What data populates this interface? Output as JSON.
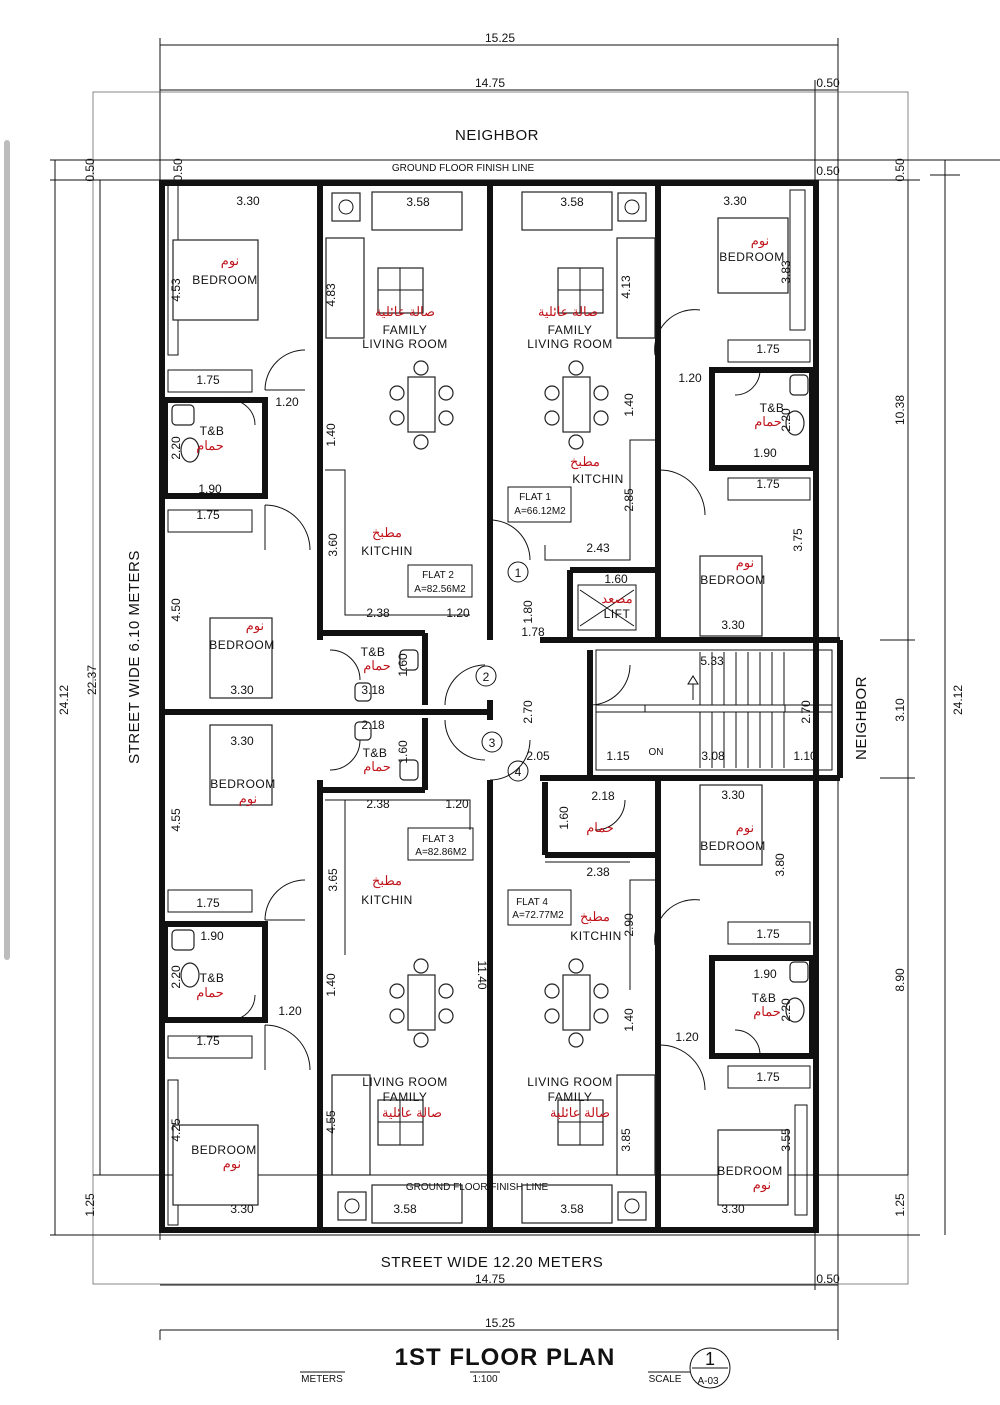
{
  "drawing": {
    "title": "1ST  FLOOR PLAN",
    "units_label": "METERS",
    "scale_ratio": "1:100",
    "scale_label": "SCALE",
    "sheet_number": "1",
    "sheet_ref": "A-03"
  },
  "site": {
    "neighbor_top": "NEIGHBOR",
    "neighbor_right": "NEIGHBOR",
    "street_left": "STREET WIDE 6.10 METERS",
    "street_bottom": "STREET WIDE 12.20 METERS",
    "ground_line_top": "GROUND FLOOR FINISH LINE",
    "ground_line_bottom": "GROUND FLOOR FINISH LINE"
  },
  "overall_dims": {
    "top_outer": "15.25",
    "top_inner": "14.75",
    "top_right_offset": "0.50",
    "top_right_offset2": "0.50",
    "bottom_inner": "14.75",
    "bottom_outer": "15.25",
    "bottom_right_offset": "0.50",
    "left_outer": "24.12",
    "left_inner": "22.37",
    "left_top": "0.50",
    "left_top2": "0.50",
    "left_bottom": "1.25",
    "right_outer": "24.12",
    "right_top": "0.50",
    "right_upper": "10.38",
    "right_mid": "3.10",
    "right_lower": "8.90",
    "right_bottom": "1.25"
  },
  "flats": [
    {
      "name": "FLAT 1",
      "area": "A=66.12M2"
    },
    {
      "name": "FLAT 2",
      "area": "A=82.56M2"
    },
    {
      "name": "FLAT 3",
      "area": "A=82.86M2"
    },
    {
      "name": "FLAT 4",
      "area": "A=72.77M2"
    }
  ],
  "door_markers": [
    "1",
    "2",
    "3",
    "4"
  ],
  "rooms": {
    "bedroom_en": "BEDROOM",
    "bedroom_ar": "نوم",
    "tb_en": "T&B",
    "tb_ar": "حمام",
    "kitchen_en": "KITCHIN",
    "kitchen_ar": "مطبخ",
    "family_line1": "FAMILY",
    "family_line2": "LIVING ROOM",
    "living_line1": "LIVING ROOM",
    "living_line2": "FAMILY",
    "family_ar": "صالة عائلية",
    "lift_en": "LIFT",
    "lift_ar": "مصعد",
    "stair_on": "ON"
  },
  "room_dims": {
    "nw_bed_w": "3.30",
    "nw_bed_h": "4.53",
    "nw_wardrobe": "1.75",
    "nw_door": "1.20",
    "nw_tb_h": "2.20",
    "nw_tb_w": "1.90",
    "w_ward2": "1.75",
    "w_bed2_h": "4.50",
    "w_bed2_w": "3.30",
    "fl2_sofa": "3.58",
    "fl2_living_h": "4.83",
    "fl2_din_h": "1.40",
    "fl2_kit_h": "3.60",
    "fl2_kit_w": "2.38",
    "fl2_kit_w2": "1.20",
    "fl2_tb_h": "1.60",
    "fl2_tb_w": "3.18",
    "fl1_sofa": "3.58",
    "fl1_living_h": "4.13",
    "fl1_din_h": "1.40",
    "fl1_kit_h": "2.85",
    "fl1_kit_w": "2.43",
    "ne_bed_w": "3.30",
    "ne_bed_h": "3.83",
    "ne_ward": "1.75",
    "ne_door": "1.20",
    "ne_tb_h": "2.20",
    "ne_tb_w": "1.90",
    "ne_ward2": "1.75",
    "ne_bed2_h": "3.75",
    "ne_bed2_w": "3.30",
    "lift_w": "1.60",
    "lift_h": "1.80",
    "corr_w": "1.78",
    "corr_h": "2.70",
    "stair_w": "5.33",
    "stair_h": "2.70",
    "stair_a": "1.15",
    "stair_b": "3.08",
    "stair_c": "1.10",
    "corr_w2": "2.05",
    "fl3_tb_w": "2.18",
    "fl3_tb_h": "1.60",
    "w_bed3_w": "3.30",
    "w_bed3_h": "4.55",
    "w_ward3": "1.75",
    "w_tb3_w": "1.90",
    "w_tb3_h": "2.20",
    "w_door3": "1.20",
    "w_ward4": "1.75",
    "w_bed4_h": "4.25",
    "w_bed4_w": "3.30",
    "fl3_kit_w": "2.38",
    "fl3_kit_w2": "1.20",
    "fl3_kit_h": "3.65",
    "fl3_din_h": "1.40",
    "fl3_total_h": "11.40",
    "fl3_liv_h": "4.55",
    "fl3_sofa": "3.58",
    "fl4_tb_w": "2.18",
    "fl4_tb_h": "1.60",
    "fl4_kit_w": "2.38",
    "fl4_kit_h": "2.90",
    "fl4_din_h": "1.40",
    "fl4_door": "1.20",
    "fl4_liv_h": "3.85",
    "fl4_sofa": "3.58",
    "se_bed_w": "3.30",
    "se_bed_h": "3.80",
    "se_ward": "1.75",
    "se_tb_w": "1.90",
    "se_tb_h": "2.20",
    "se_ward2": "1.75",
    "se_bed2_h": "3.55",
    "se_bed2_w": "3.30"
  }
}
